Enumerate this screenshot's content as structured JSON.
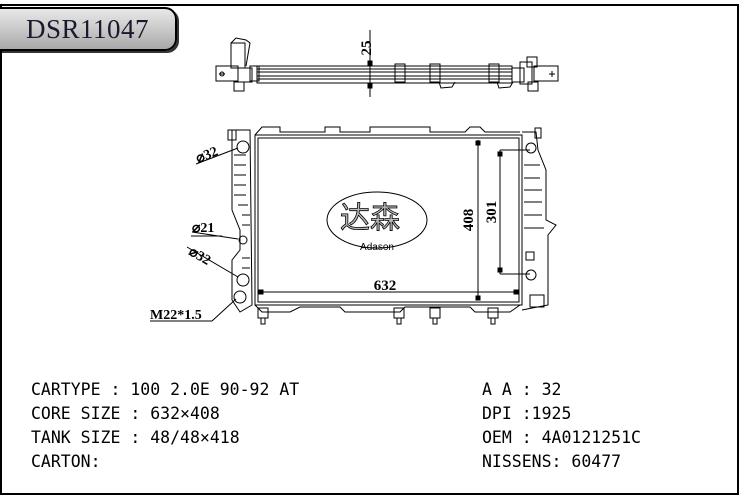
{
  "title": "DSR11047",
  "logo": {
    "chinese": "达森",
    "brand": "Adason"
  },
  "dimensions": {
    "top_view_thickness": "25",
    "core_width": "632",
    "core_height": "408",
    "mount_span": "301",
    "inlet_top": "⌀32",
    "port_small": "⌀21",
    "outlet_bottom": "⌀32",
    "drain_thread": "M22*1.5"
  },
  "specs_left": [
    {
      "label": "CARTYPE : ",
      "value": "100 2.0E 90-92 AT"
    },
    {
      "label": "CORE SIZE : ",
      "value": "632×408"
    },
    {
      "label": "TANK SIZE : ",
      "value": "48/48×418"
    },
    {
      "label": "CARTON:",
      "value": ""
    }
  ],
  "specs_right": [
    {
      "label": "A A : ",
      "value": "32"
    },
    {
      "label": "DPI :",
      "value": "1925"
    },
    {
      "label": "OEM : ",
      "value": "4A0121251C"
    },
    {
      "label": "NISSENS: ",
      "value": "60477"
    }
  ]
}
